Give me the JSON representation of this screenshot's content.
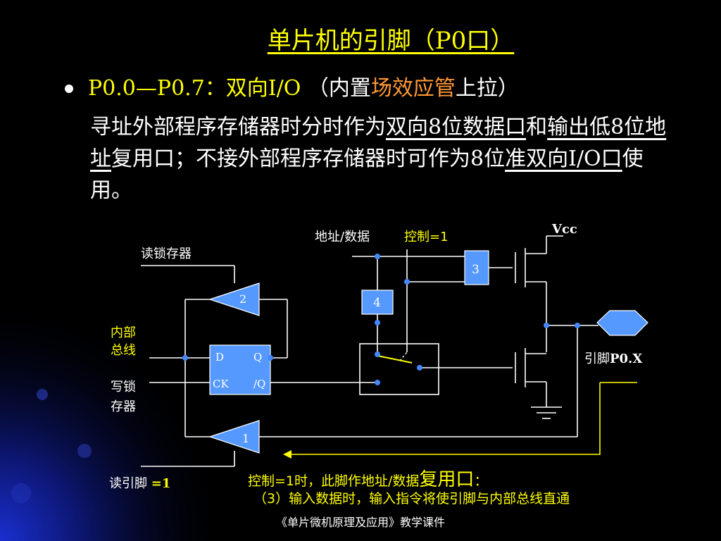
{
  "title": "单片机的引脚（P0口）",
  "line1": {
    "pins": "P0.0—P0.7：双向I/O",
    "paren_open": "（内置",
    "highlight": "场效应管",
    "paren_close": "上拉）"
  },
  "paragraph": {
    "p1": "寻址外部程序存储器时分时作为",
    "u1": "双向8位数据口",
    "p2": "和",
    "u2": "输出低8位地址",
    "p3": "复用口；不接外部程序存储器时可作为8位",
    "u3": "准双向I/O口",
    "p4": "使用。"
  },
  "diagram": {
    "label_read_latch": "读锁存器",
    "label_internal_bus": "内部\n总线",
    "label_write_latch": "写锁\n存器",
    "label_read_pin": "读引脚",
    "label_read_pin_eq": "=1",
    "label_addr_data": "地址/数据",
    "label_control": "控制=1",
    "label_vcc": "Vcc",
    "label_pin": "引脚",
    "label_pin_name": "P0.X",
    "latch_d": "D",
    "latch_q": "Q",
    "latch_ck": "CK",
    "latch_qn": "/Q",
    "buffer2": "2",
    "buffer1": "1",
    "box3": "3",
    "box4": "4"
  },
  "notes": {
    "line1_pre": "控制=1时，此脚作地址/数据",
    "line1_big": "复用口",
    "line1_post": "：",
    "line2": "（3）输入数据时，输入指令将使引脚与内部总线直通"
  },
  "footer": "《单片微机原理及应用》教学课件",
  "colors": {
    "background": "#000000",
    "accent": "#ffff00",
    "highlight": "#ff9933",
    "box_fill": "#5599ff",
    "dot": "#4488ff"
  }
}
